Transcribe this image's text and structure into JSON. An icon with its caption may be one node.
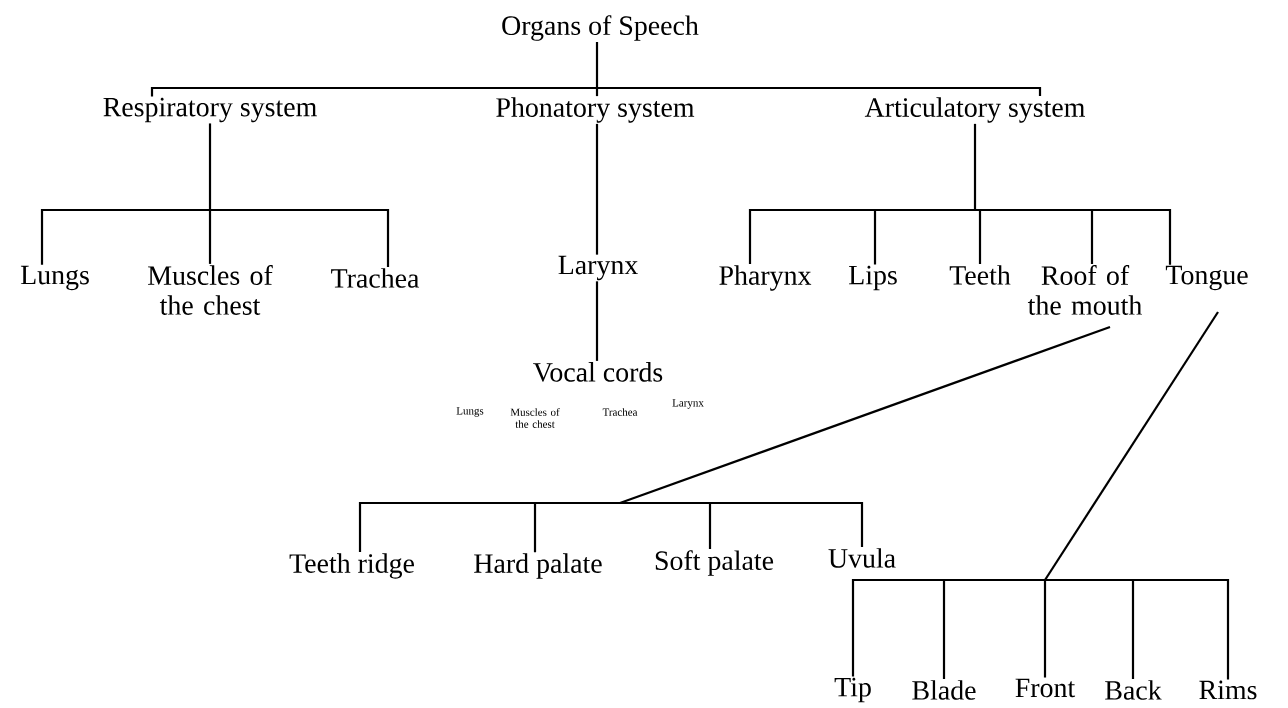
{
  "diagram": {
    "nodes": [
      {
        "text": [
          "Organs of Speech"
        ]
      },
      {
        "text": [
          "Respiratory system"
        ]
      },
      {
        "text": [
          "Phonatory system"
        ]
      },
      {
        "text": [
          "Articulatory system"
        ]
      },
      {
        "text": [
          "Lungs"
        ]
      },
      {
        "text": [
          "Muscles of the chest"
        ]
      },
      {
        "text": [
          "Trachea"
        ]
      },
      {
        "text": [
          "Larynx"
        ]
      },
      {
        "text": [
          "Vocal cords"
        ]
      },
      {
        "text": [
          "Pharynx"
        ]
      },
      {
        "text": [
          "Lips"
        ]
      },
      {
        "text": [
          "Teeth"
        ]
      },
      {
        "text": [
          "Roof of the mouth"
        ]
      },
      {
        "text": [
          "Tongue"
        ]
      },
      {
        "text": [
          "Teeth ridge"
        ]
      },
      {
        "text": [
          "Hard palate"
        ]
      },
      {
        "text": [
          "Soft palate"
        ]
      },
      {
        "text": [
          "Uvula"
        ]
      },
      {
        "text": [
          "Tip"
        ]
      },
      {
        "text": [
          "Blade"
        ]
      },
      {
        "text": [
          "Front"
        ]
      },
      {
        "text": [
          "Back"
        ]
      },
      {
        "text": [
          "Rims"
        ]
      }
    ],
    "edges": [
      {
        "from": 0,
        "to": 1,
        "arrow": "none"
      },
      {
        "from": 0,
        "to": 2,
        "arrow": "none"
      },
      {
        "from": 0,
        "to": 3,
        "arrow": "none"
      },
      {
        "from": 1,
        "to": 4,
        "arrow": "none"
      },
      {
        "from": 1,
        "to": 5,
        "arrow": "none"
      },
      {
        "from": 1,
        "to": 6,
        "arrow": "none"
      },
      {
        "from": 2,
        "to": 7,
        "arrow": "none"
      },
      {
        "from": 7,
        "to": 8,
        "arrow": "none"
      },
      {
        "from": 3,
        "to": 9,
        "arrow": "none"
      },
      {
        "from": 3,
        "to": 10,
        "arrow": "none"
      },
      {
        "from": 3,
        "to": 11,
        "arrow": "none"
      },
      {
        "from": 3,
        "to": 12,
        "arrow": "none"
      },
      {
        "from": 3,
        "to": 13,
        "arrow": "none"
      },
      {
        "from": 12,
        "to": 14,
        "arrow": "none"
      },
      {
        "from": 12,
        "to": 15,
        "arrow": "none"
      },
      {
        "from": 12,
        "to": 16,
        "arrow": "none"
      },
      {
        "from": 12,
        "to": 17,
        "arrow": "none"
      },
      {
        "from": 13,
        "to": 18,
        "arrow": "none"
      },
      {
        "from": 13,
        "to": 19,
        "arrow": "none"
      },
      {
        "from": 13,
        "to": 20,
        "arrow": "none"
      },
      {
        "from": 13,
        "to": 21,
        "arrow": "none"
      },
      {
        "from": 13,
        "to": 22,
        "arrow": "none"
      }
    ],
    "labels": [
      "Lungs",
      "Muscles of the chest",
      "Trachea",
      "Larynx"
    ]
  }
}
